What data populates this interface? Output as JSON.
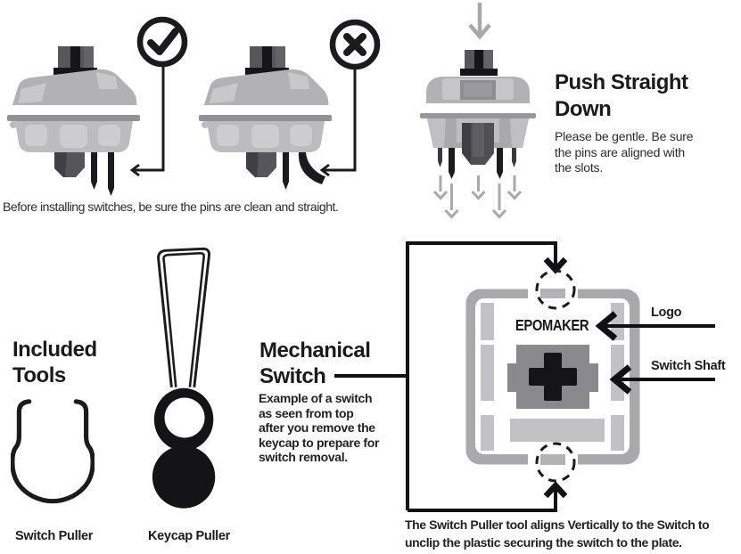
{
  "page_title": "Switch installation instructions",
  "palette": {
    "ink_black": "#1b1b1d",
    "housing_gray": "#b2b2b5",
    "panel_light_gray": "#c6c6c9",
    "rim_gray": "#97979b",
    "cup_gray": "#bcbcbf",
    "slot_gray": "#cdcdd0",
    "stem_dark_gray": "#55555a",
    "stem_shadow_gray": "#3f3f44",
    "arrow_gray": "#a9a9ac",
    "plate_frame_gray": "#a9a9ac",
    "plate_tab_gray": "#c2c2c5",
    "shaft_plate_gray": "#8a8a8e",
    "white": "#ffffff"
  },
  "icons": {
    "good": "check-circle-icon",
    "bad": "x-circle-icon",
    "pointer": "left-chevron-arrow",
    "press": "down-arrow-gray"
  },
  "pin_check": {
    "caption": "Before installing switches, be sure the pins are clean and straight."
  },
  "push_down": {
    "title_lines": [
      "Push Straight",
      "Down"
    ],
    "body_lines": [
      "Please be gentle. Be sure",
      "the pins are aligned with",
      "the slots."
    ]
  },
  "included_tools": {
    "title_lines": [
      "Included",
      "Tools"
    ],
    "tool_labels": [
      "Switch Puller",
      "Keycap Puller"
    ]
  },
  "mechanical_switch": {
    "title_lines": [
      "Mechanical",
      "Switch"
    ],
    "body_lines": [
      "Example of a switch",
      "as seen from top",
      "after you remove the",
      "keycap to prepare for",
      "switch removal."
    ]
  },
  "top_view": {
    "logo_text": "EPOMAKER",
    "callouts": [
      "Logo",
      "Switch Shaft"
    ],
    "caption_lines": [
      "The Switch Puller tool aligns Vertically to the Switch to",
      "unclip the plastic securing the switch to the plate."
    ]
  }
}
